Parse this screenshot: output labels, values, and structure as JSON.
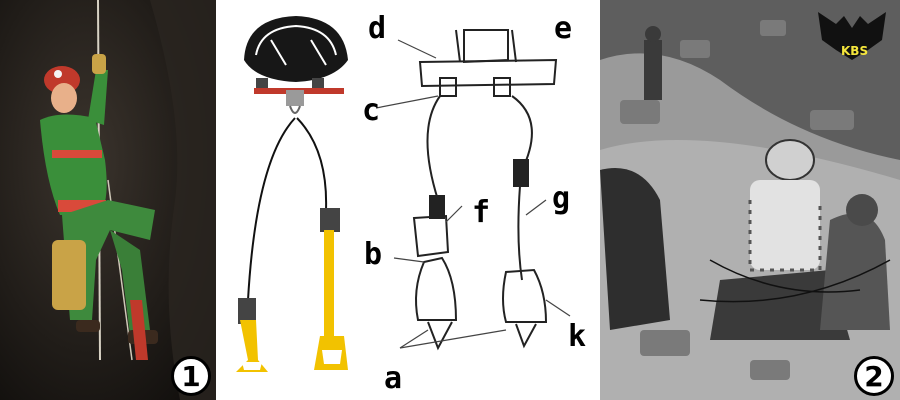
{
  "panel_left": {
    "badge": "1"
  },
  "panel_right": {
    "badge": "2",
    "logo_text": "KBS"
  },
  "diagram_labels": {
    "a": "a",
    "b": "b",
    "c": "c",
    "d": "d",
    "e": "e",
    "f": "f",
    "g": "g",
    "k": "k"
  },
  "colors": {
    "webbing": "#f2c200",
    "suit": "#3a8f3a",
    "cave": "#1a1714",
    "logo": "#f5e63c"
  }
}
